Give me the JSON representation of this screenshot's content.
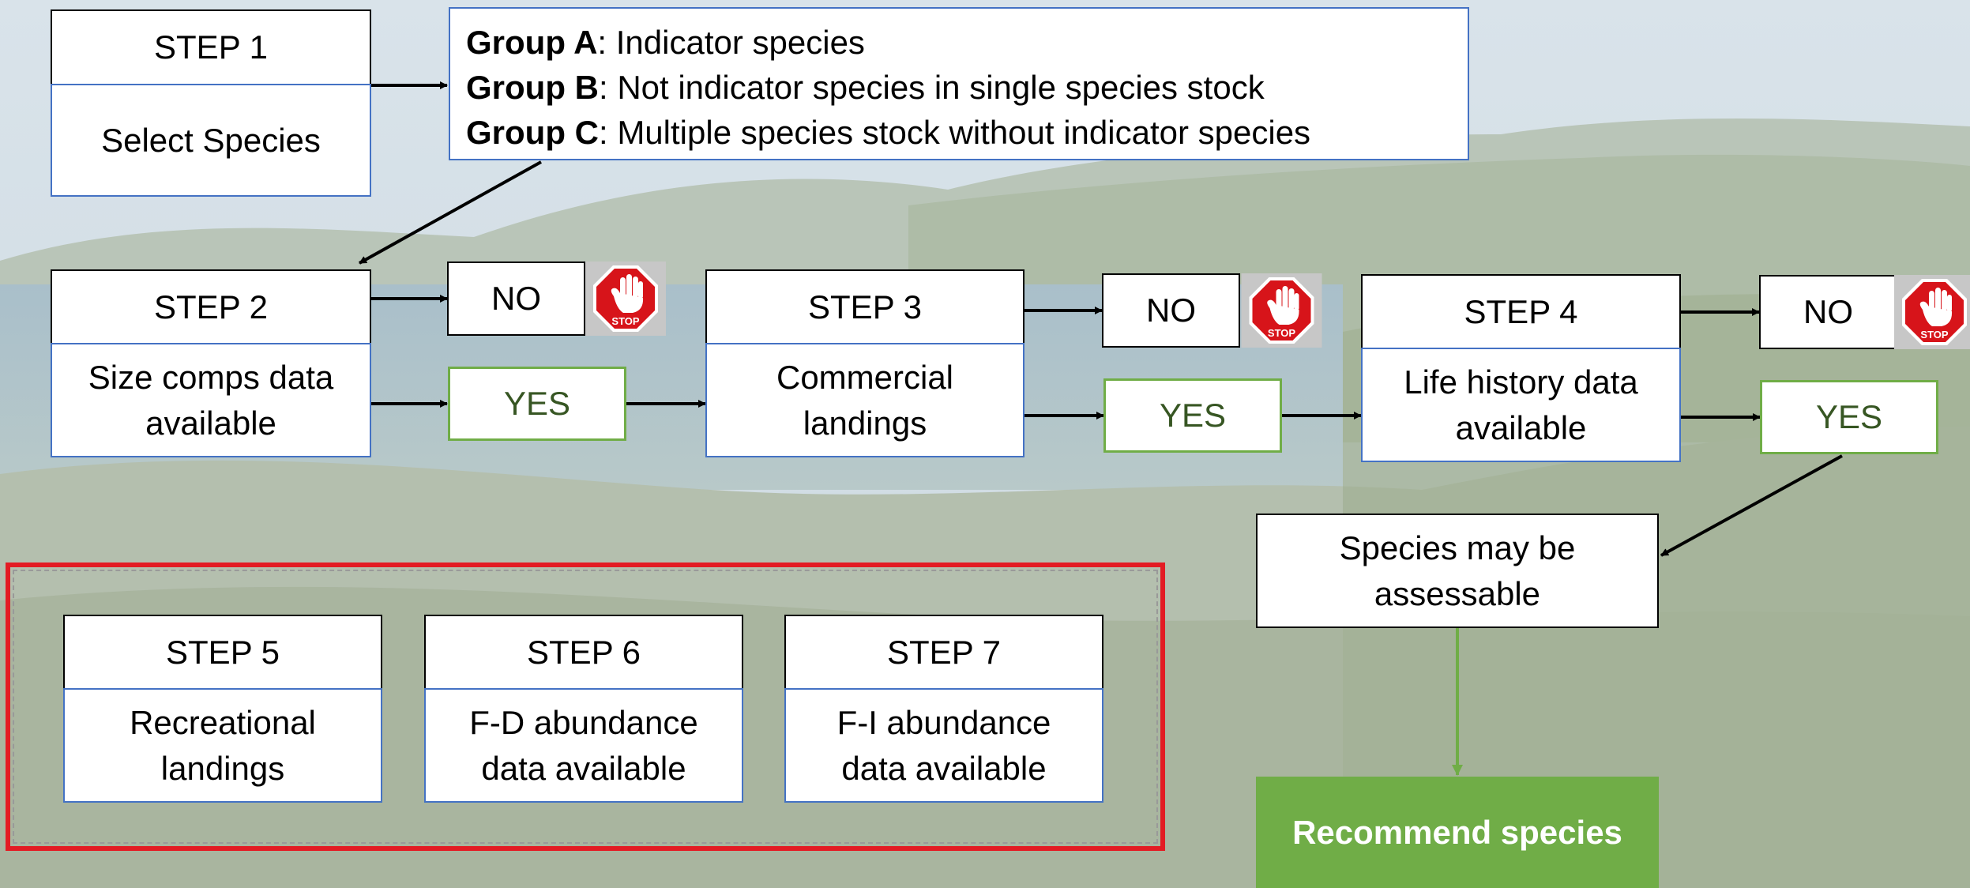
{
  "colors": {
    "stop_red": "#d7141a",
    "yes_green": "#70ad47",
    "header_border": "#000000",
    "body_border": "#4472c4",
    "highlight_red": "#e31b23",
    "recommend_fill": "#70ad47"
  },
  "icons": [
    "stop-sign-icon"
  ],
  "step1": {
    "header": "STEP 1",
    "body": "Select Species"
  },
  "groups": [
    {
      "name": "Group A",
      "desc": ": Indicator species"
    },
    {
      "name": "Group B",
      "desc": ": Not indicator species in single species stock"
    },
    {
      "name": "Group C",
      "desc": ": Multiple species stock without indicator species"
    }
  ],
  "step2": {
    "header": "STEP 2",
    "body": "Size comps data\navailable"
  },
  "step3": {
    "header": "STEP 3",
    "body": "Commercial\nlandings"
  },
  "step4": {
    "header": "STEP 4",
    "body": "Life history data\navailable"
  },
  "step5": {
    "header": "STEP 5",
    "body": "Recreational\nlandings"
  },
  "step6": {
    "header": "STEP 6",
    "body": "F-D abundance\ndata available"
  },
  "step7": {
    "header": "STEP 7",
    "body": "F-I abundance\ndata available"
  },
  "no_label": "NO",
  "yes_label": "YES",
  "stop_text": "STOP",
  "assessable": "Species may be\nassessable",
  "recommend": "Recommend species"
}
